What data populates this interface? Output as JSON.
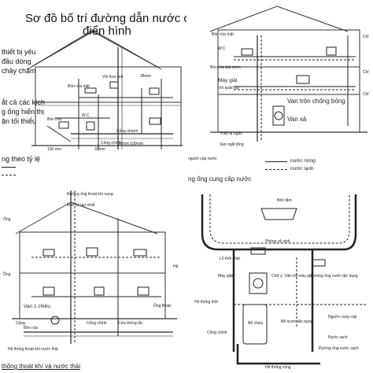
{
  "panel_tl": {
    "title_line1": "Sơ đồ  bố trí đường dẫn nước chéo khu dâ",
    "title_line2": "điển hình",
    "side_notes": [
      "thiết bị yêu",
      "đầu dòng",
      "chảy chậm",
      "ắt cả các kích",
      "g ống hiển thị",
      "ặn tối thiểu"
    ],
    "scale_note": "ng theo tỷ lệ",
    "labels": {
      "bath_top": "38mm",
      "fix1": "Bồn rửa mặt",
      "fix2": "Vòi hoa sen",
      "wc": "W.C",
      "sink": "Bồn rửa",
      "drain": "Cống chính",
      "dim1": "100 mm",
      "dim2": "32mm",
      "dim3": "100mm",
      "dim4": "38mm 100mm",
      "branch": "Cống nhánh"
    }
  },
  "panel_tr": {
    "labels": [
      "Bồn rửa mặt",
      "W.C",
      "Bồn rửa bát chén",
      "Máy giặt",
      "Vòi quần áo",
      "Van trộn chống bỏng",
      "Van xả",
      "Thiết bị ngăn",
      "Van ngắt tổng",
      "nguồn cấp nước",
      "Chỉ",
      "Chỉ",
      "Chỉ"
    ],
    "legend": {
      "hot": "nước nóng",
      "cold": "nước lạnh",
      "title": "ng ống cung cấp nước"
    }
  },
  "panel_bl": {
    "labels": [
      "Đường ống thoát khí nạng",
      "thiết bị cao nhất",
      "Ống",
      "Ống",
      "Hệ",
      "Ống thoát",
      "Van 1 chiều",
      "Cống",
      "Cống chính",
      "Bồn rửa",
      "Cửa thông tắc",
      "Hệ thống thoát khí nước thải"
    ],
    "caption": "thống thoát khí và nước thải"
  },
  "panel_br": {
    "labels": [
      "Bồn tắm",
      "Phòng vệ sinh",
      "Máy giặt",
      "Lỗ thổi chất",
      "Chữ ý: Việt nối máy giặt",
      "Đường ống nước tận dụng",
      "Hệ thống thải",
      "Cống chính",
      "Nguồn cung cấp",
      "Bể nước tận dụng",
      "Nước sạch",
      "Đường ống nước sạch",
      "Hệ thống cống"
    ],
    "tank_label": "Bể chứa"
  }
}
